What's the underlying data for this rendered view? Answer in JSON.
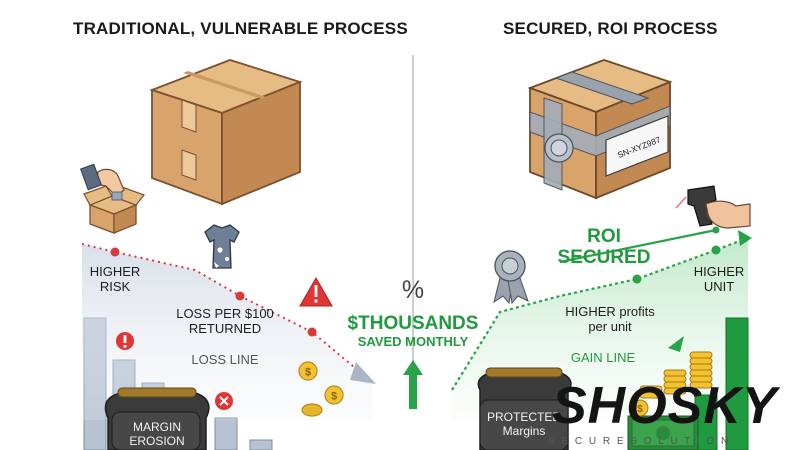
{
  "left": {
    "heading": "TRADITIONAL, VULNERABLE PROCESS",
    "risk_label": "HIGHER\nRISK",
    "loss_per_label": "LOSS PER $100\nRETURNED",
    "line_label": "LOSS LINE",
    "purse_label": "MARGIN\nEROSION"
  },
  "right": {
    "heading": "SECURED, ROI PROCESS",
    "roi_label": "ROI\nSECURED",
    "unit_label": "HIGHER\nUNIT",
    "profits_label": "HIGHER profits\nper unit",
    "line_label": "GAIN LINE",
    "purse_label": "PROTECTED\nMargins",
    "tag_code": "SN-XYZ987"
  },
  "center": {
    "percent": "%",
    "savings_title": "$THOUSANDS",
    "savings_subtitle": "SAVED MONTHLY"
  },
  "watermark": {
    "logo": "SHOSKY",
    "tagline": "S E C U R E   S O L U T I O N"
  },
  "colors": {
    "loss_red": "#d83a3a",
    "gain_green": "#1f9a3e",
    "box_tan": "#d9a46b",
    "dark": "#2b2b2b"
  }
}
